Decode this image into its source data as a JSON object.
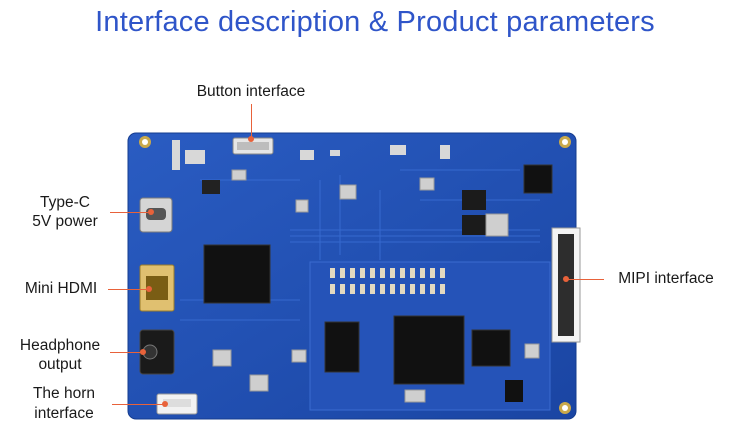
{
  "title": "Interface description & Product parameters",
  "labels": {
    "button": "Button interface",
    "typec_1": "Type-C",
    "typec_2": "5V power",
    "hdmi": "Mini HDMI",
    "headphone_1": "Headphone",
    "headphone_2": "output",
    "horn_1": "The horn",
    "horn_2": "interface",
    "mipi": "MIPI interface"
  },
  "colors": {
    "title": "#2f55c9",
    "pcb": "#1f4fb3",
    "leader_line": "#e8623a"
  }
}
